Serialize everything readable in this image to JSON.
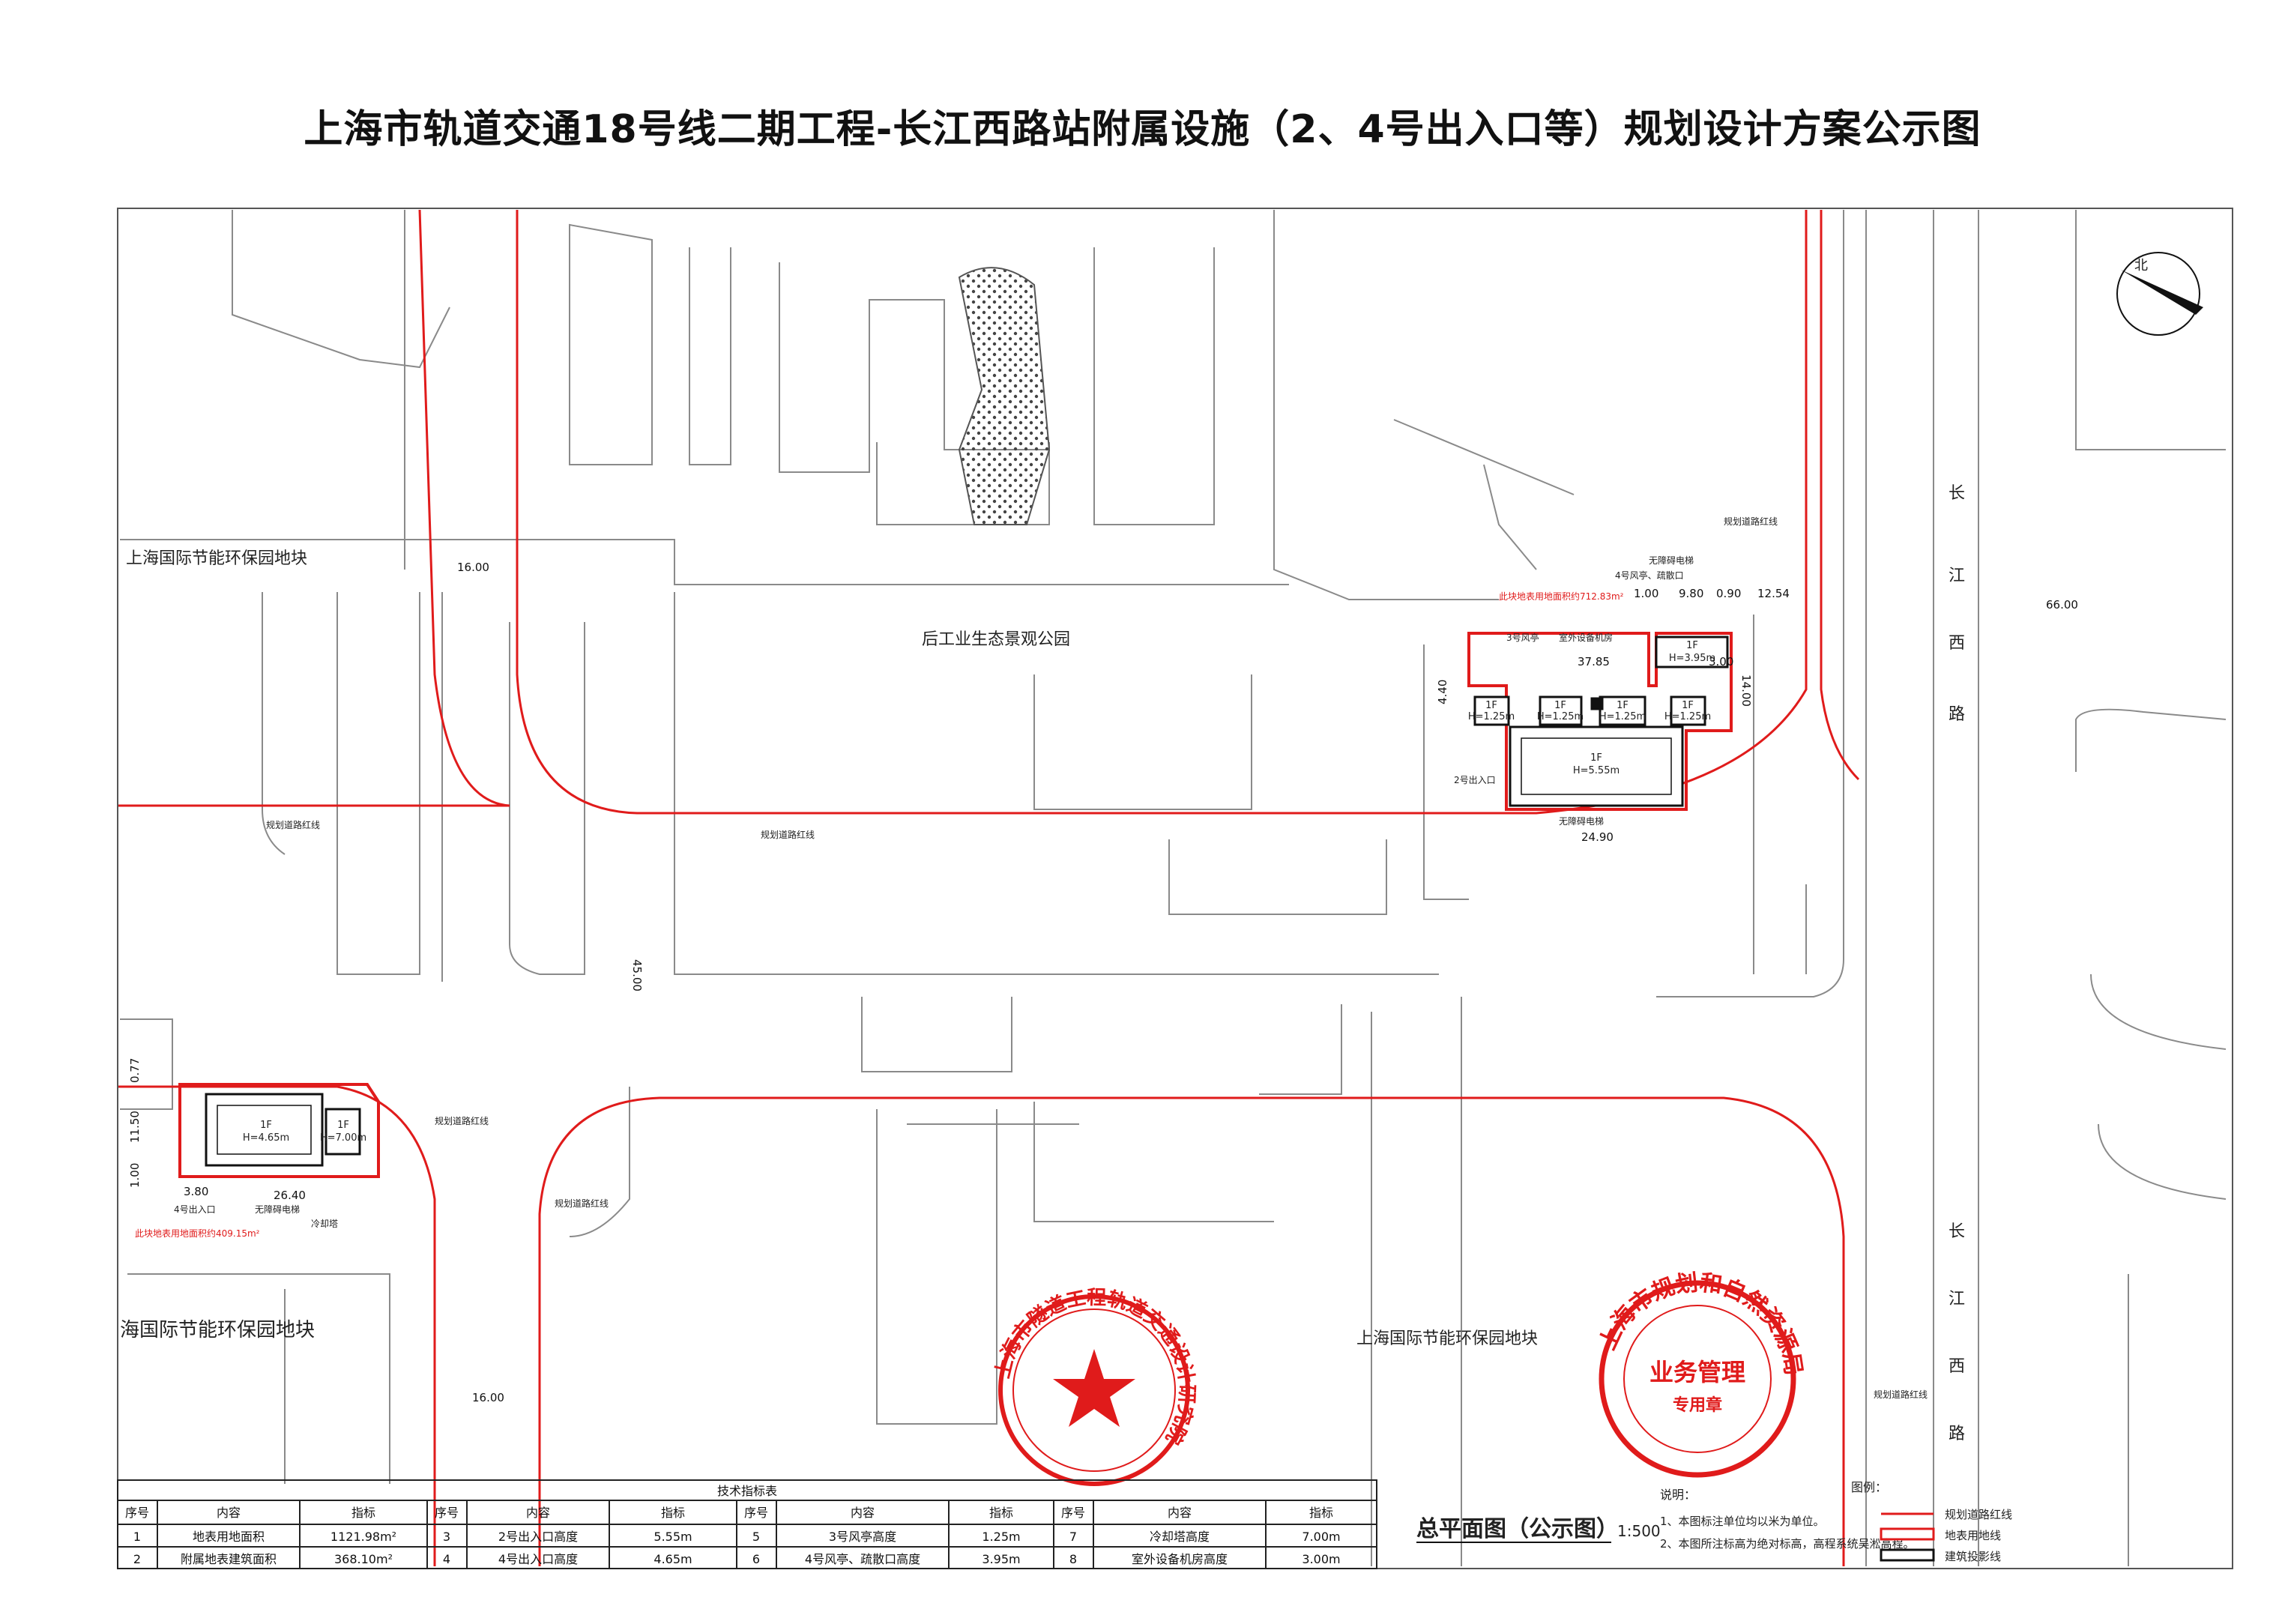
{
  "title": "上海市轨道交通18号线二期工程-长江西路站附属设施（2、4号出入口等）规划设计方案公示图",
  "map_labels": {
    "park": "后工业生态景观公园",
    "block_nw": "上海国际节能环保园地块",
    "block_sw": "海国际节能环保园地块",
    "block_se": "上海国际节能环保园地块",
    "road_e1": [
      "长",
      "江",
      "西",
      "路"
    ],
    "road_e2": [
      "长",
      "江",
      "西",
      "路"
    ],
    "red_line": "规划道路红线",
    "area_east": "此块地表用地面积约712.83m²",
    "area_west": "此块地表用地面积约409.15m²",
    "entrance2": "2号出入口",
    "entrance4": "4号出入口",
    "wind3": "3号风亭",
    "wind4": "4号风亭、疏散口",
    "outdoor_equip": "室外设备机房",
    "cooling": "冷却塔",
    "barrier_free": "无障碍电梯",
    "north": "北"
  },
  "buildings": {
    "e_main": {
      "floor": "1F",
      "height": "H=5.55m"
    },
    "e_a": {
      "floor": "1F",
      "height": "H=1.25m"
    },
    "e_b": {
      "floor": "1F",
      "height": "H=1.25m"
    },
    "e_c": {
      "floor": "1F",
      "height": "H=1.25m"
    },
    "e_d": {
      "floor": "1F",
      "height": "H=1.25m"
    },
    "e_top": {
      "floor": "1F",
      "height": "H=3.95m"
    },
    "w_main": {
      "floor": "1F",
      "height": "H=4.65m"
    },
    "w_small": {
      "floor": "1F",
      "height": "H=7.00m"
    }
  },
  "dimensions": {
    "d1600a": "16.00",
    "d1600b": "16.00",
    "d4500": "45.00",
    "d6600": "66.00",
    "d3785": "37.85",
    "d2490": "24.90",
    "d1254": "12.54",
    "d980": "9.80",
    "d100a": "1.00",
    "d090": "0.90",
    "d300": "3.00",
    "d1400": "14.00",
    "d440": "4.40",
    "d2640": "26.40",
    "d1150": "11.50",
    "d077": "0.77",
    "d380": "3.80",
    "d100b": "1.00"
  },
  "table": {
    "caption": "技术指标表",
    "headers": [
      "序号",
      "内容",
      "指标",
      "序号",
      "内容",
      "指标",
      "序号",
      "内容",
      "指标",
      "序号",
      "内容",
      "指标"
    ],
    "rows": [
      [
        "1",
        "地表用地面积",
        "1121.98m²",
        "3",
        "2号出入口高度",
        "5.55m",
        "5",
        "3号风亭高度",
        "1.25m",
        "7",
        "冷却塔高度",
        "7.00m"
      ],
      [
        "2",
        "附属地表建筑面积",
        "368.10m²",
        "4",
        "4号出入口高度",
        "4.65m",
        "6",
        "4号风亭、疏散口高度",
        "3.95m",
        "8",
        "室外设备机房高度",
        "3.00m"
      ]
    ]
  },
  "plan_title": "总平面图（公示图）",
  "scale": "1:500",
  "notes": {
    "heading": "说明：",
    "n1": "1、本图标注单位均以米为单位。",
    "n2": "2、本图所注标高为绝对标高，高程系统吴淞高程。"
  },
  "legend": {
    "heading": "图例：",
    "items": [
      "规划道路红线",
      "地表用地线",
      "建筑投影线"
    ]
  },
  "stamps": {
    "s1_ring": "上海市隧道工程轨道交通设计研究院",
    "s2_ring": "上海市规划和自然资源局",
    "s2_line1": "业务管理",
    "s2_line2": "专用章"
  },
  "colors": {
    "red_line": "#e01b1b",
    "stamp": "#e01b1b",
    "line": "#333333",
    "road": "#7a7a7a"
  }
}
